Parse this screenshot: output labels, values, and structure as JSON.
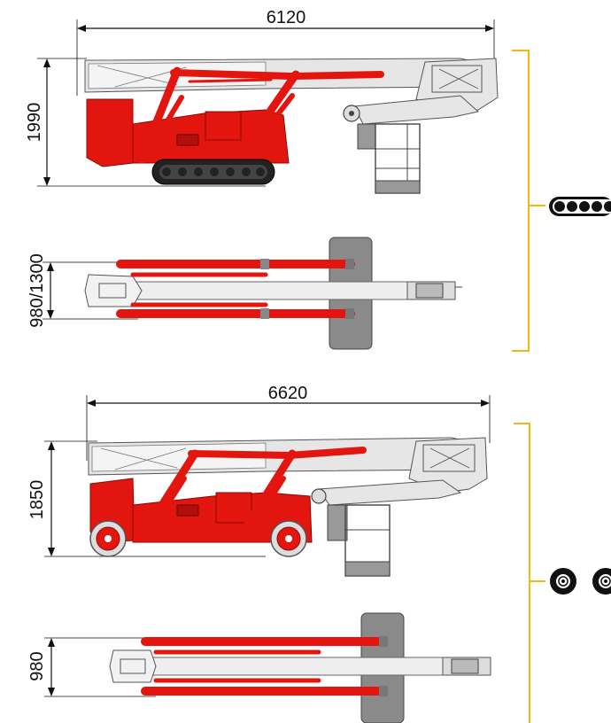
{
  "dimensions": {
    "crawler_length": "6120",
    "crawler_height": "1990",
    "crawler_width": "980/1300",
    "wheeled_length": "6620",
    "wheeled_height": "1850",
    "wheeled_width": "980"
  },
  "colors": {
    "machine_red": "#e3150f",
    "bracket_yellow": "#f3b80f",
    "platform_grey": "#8a8a8a",
    "boom_light": "#eeeeee"
  },
  "icons": {
    "crawler": "crawler-track-icon",
    "wheeled": "wheels-icon"
  }
}
